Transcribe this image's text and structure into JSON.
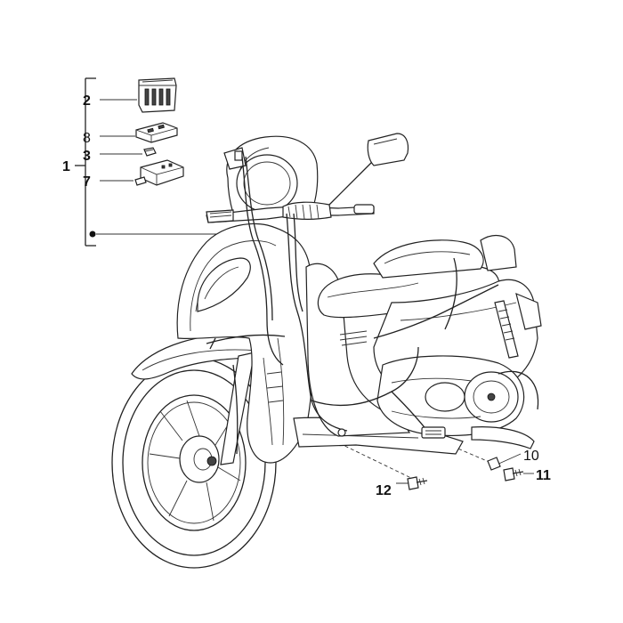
{
  "callouts": [
    {
      "id": "c1",
      "text": "1"
    },
    {
      "id": "c2",
      "text": "2"
    },
    {
      "id": "c8",
      "text": "8"
    },
    {
      "id": "c3",
      "text": "3"
    },
    {
      "id": "c7",
      "text": "7"
    },
    {
      "id": "c10",
      "text": "10"
    },
    {
      "id": "c11",
      "text": "11"
    },
    {
      "id": "c12",
      "text": "12"
    }
  ],
  "colors": {
    "line": "#222222",
    "background": "#ffffff"
  }
}
